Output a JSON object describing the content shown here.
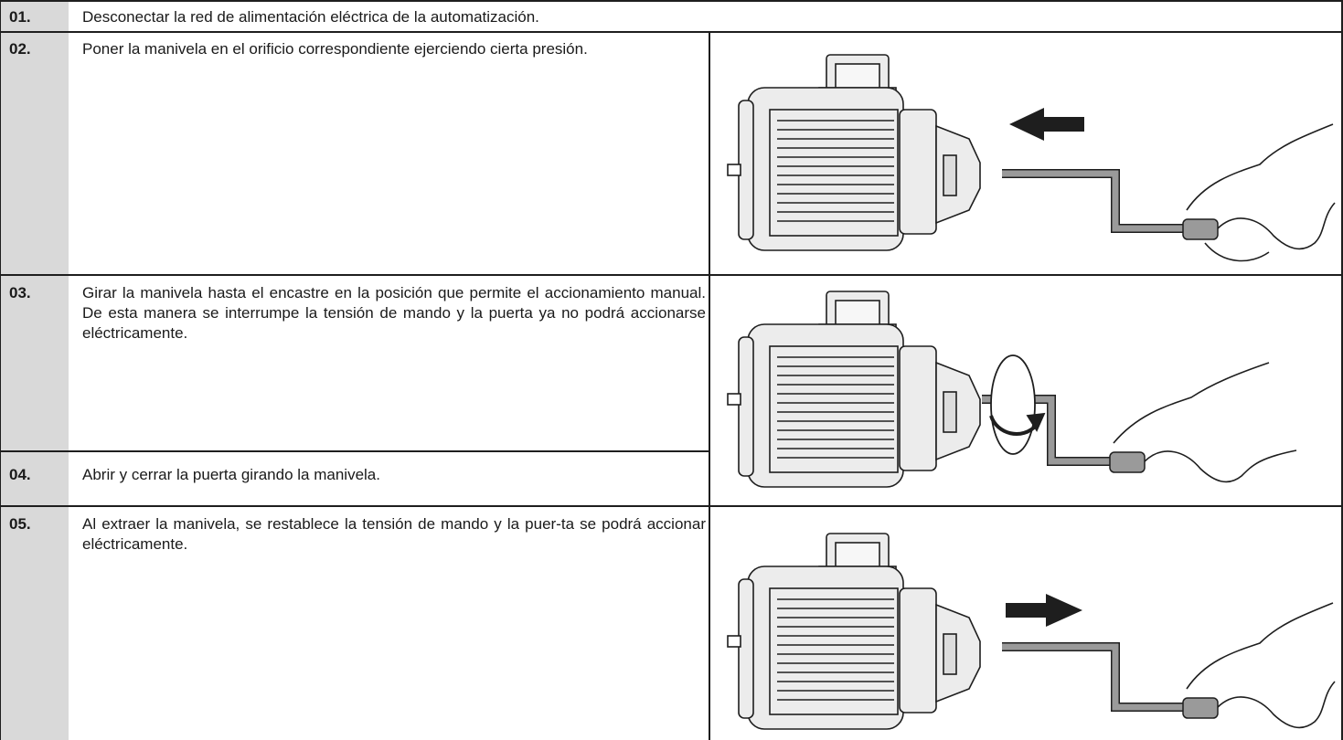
{
  "steps": [
    {
      "number": "01.",
      "text": "Desconectar la red de alimentación eléctrica de la automatización."
    },
    {
      "number": "02.",
      "text": "Poner la manivela en el orificio correspondiente ejerciendo cierta presión."
    },
    {
      "number": "03.",
      "text": "Girar la manivela hasta el encastre en la posición que permite el accionamiento manual. De esta manera se interrumpe la tensión de mando y la puerta ya no podrá accionarse eléctricamente."
    },
    {
      "number": "04.",
      "text": "Abrir y cerrar la puerta girando la manivela."
    },
    {
      "number": "05.",
      "text": "Al extraer la manivela, se restablece la tensión de mando y la puer-ta se podrá accionar eléctricamente."
    }
  ],
  "figures": [
    {
      "step": "02.",
      "action": "insert-crank",
      "arrow": "left-arrow-icon"
    },
    {
      "step": "03.",
      "action": "rotate-crank",
      "arrow": "rotate-arrow-icon"
    },
    {
      "step": "05.",
      "action": "extract-crank",
      "arrow": "right-arrow-icon"
    }
  ],
  "colors": {
    "number_column": "#d9d9d9",
    "border": "#1e1e1e",
    "crank": "#9a9a9a",
    "motor": "#ececec"
  }
}
